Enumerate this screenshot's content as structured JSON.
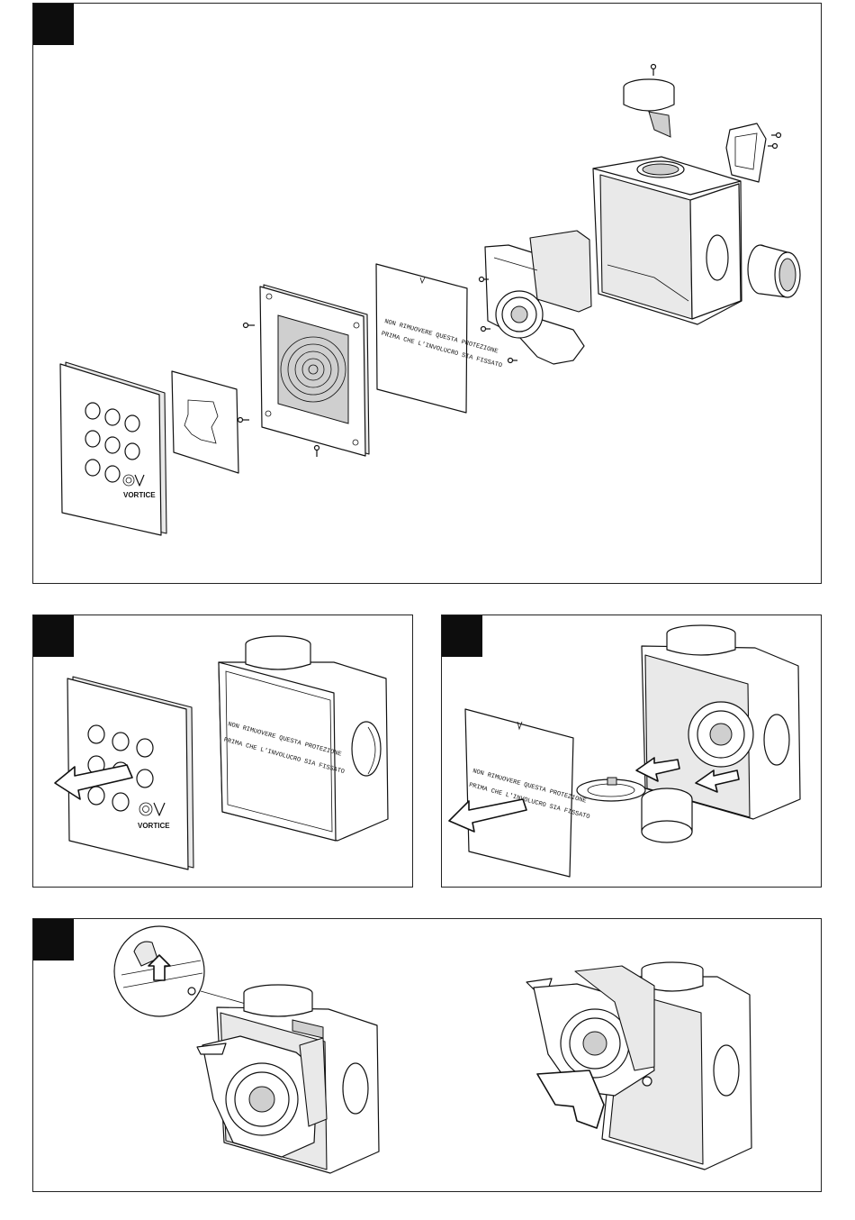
{
  "protection_sheet": {
    "line1": "NON RIMUOVERE QUESTA PROTEZIONE",
    "line2": "PRIMA CHE L'INVOLUCRO SIA FISSATO"
  },
  "brand": {
    "name": "VORTICE"
  },
  "colors": {
    "line": "#111111",
    "badge": "#0d0d0d",
    "paper": "#ffffff",
    "shade": "#cfcfcf"
  },
  "icons": [
    "screw-icon",
    "arrow-icon",
    "vortice-logo-icon",
    "magnifier-detail-icon"
  ]
}
